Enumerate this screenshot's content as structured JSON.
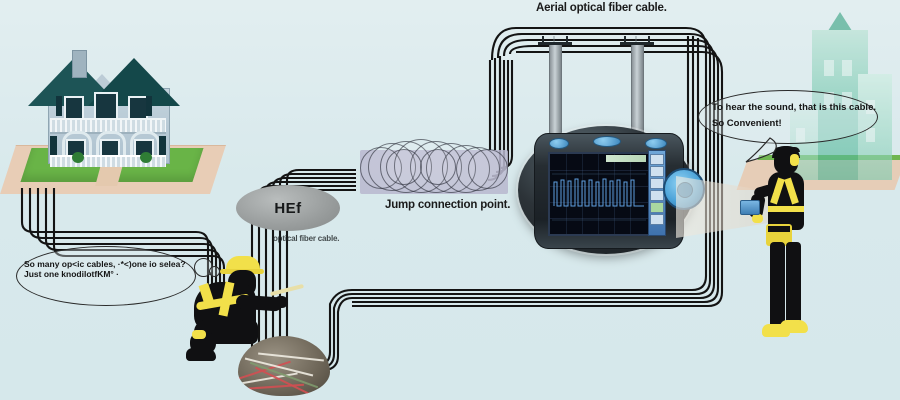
{
  "scene": {
    "title": "Optical fiber cable identification illustration",
    "background_color": "#dceaec"
  },
  "labels": {
    "aerial_cable": "Aerial optical fiber cable.",
    "jump_point": "Jump connection point.",
    "hef_badge": "HEf",
    "optical_fiber_cable": "optical fiber cable."
  },
  "speech": {
    "worker_left_line1": "So many op<ic cables, ·*<)one io selea?",
    "worker_left_line2": "Just one knodilotfKM° ·",
    "worker_right_line1": "To hear the sound, that is this cable.",
    "worker_right_line2": "So Convenient!"
  },
  "device": {
    "name": "handheld-otdr",
    "screen_trace": "pulse-train",
    "trace_color": "#5f9ede",
    "screen_bg": "#060a14",
    "bezel_color": "#262d32",
    "rail_color": "#4b8fc8",
    "softkeys": [
      "",
      "",
      "",
      "",
      "",
      ""
    ]
  },
  "elements": {
    "house": "residential-house",
    "poles": [
      "utility-pole-1",
      "utility-pole-2"
    ],
    "tower": "office-building",
    "worker_left": "kneeling-technician",
    "worker_right": "standing-technician-with-headphones",
    "cable_bundle": "fiber-cable-bundle",
    "coil": "fiber-slack-coil"
  },
  "colors": {
    "background": "#dceaec",
    "cable": "#141414",
    "roof": "#1d5456",
    "lawn": "#69b447",
    "ground": "#e8cdb6",
    "hi_vis": "#f2e04a",
    "tower": "#49b394",
    "coil_base": "#b9b7cf",
    "hef_fill": "#9b9f9f"
  }
}
